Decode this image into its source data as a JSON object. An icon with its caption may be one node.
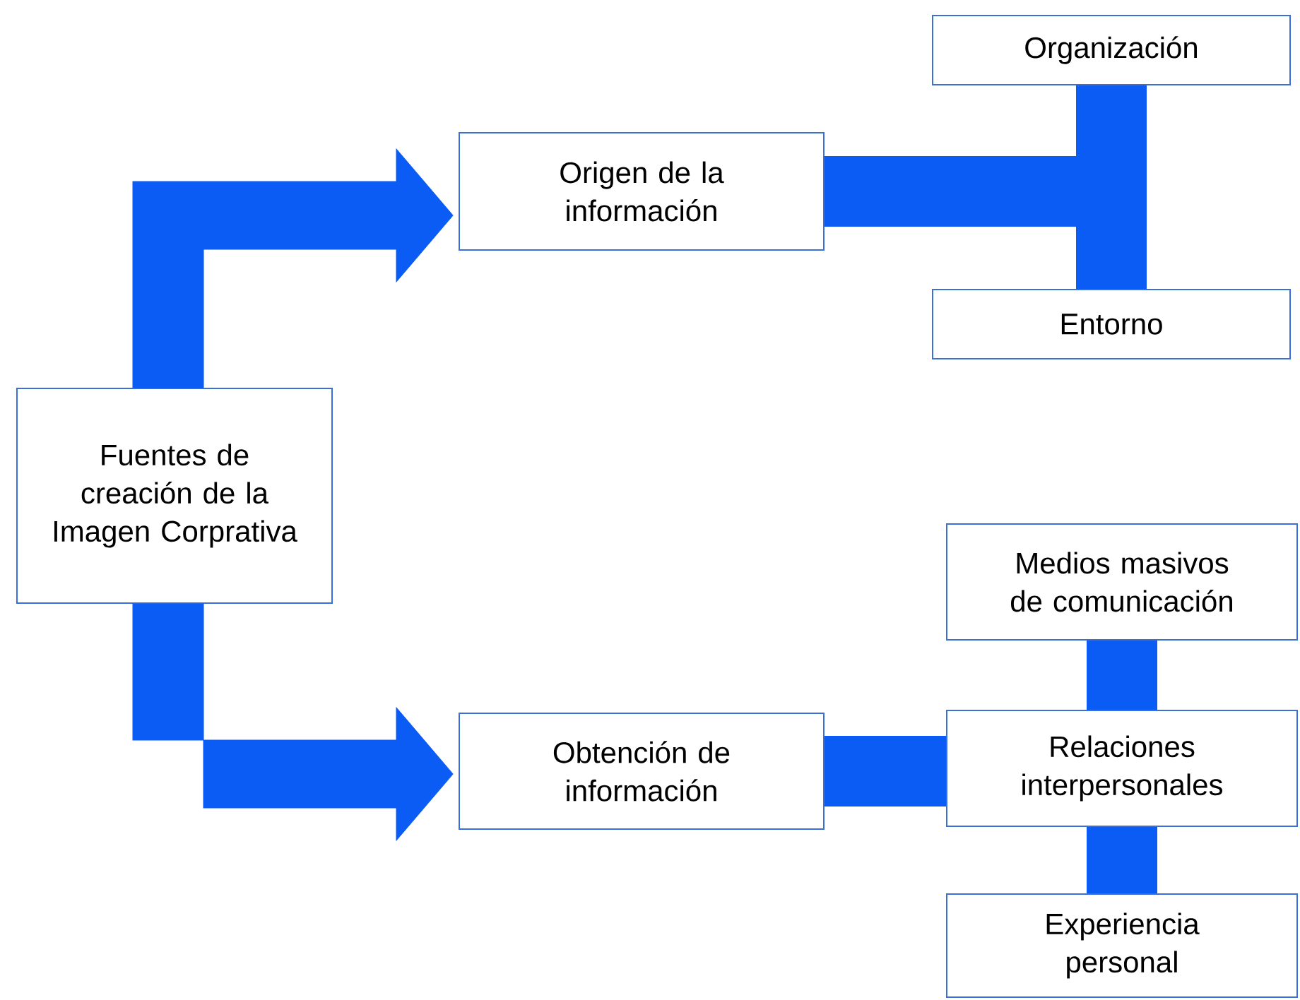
{
  "diagram": {
    "nodes": [
      {
        "text": [
          "Fuentes de creación de la Imagen Corprativa"
        ]
      },
      {
        "text": [
          "Origen de la información"
        ]
      },
      {
        "text": [
          "Organización"
        ]
      },
      {
        "text": [
          "Entorno"
        ]
      },
      {
        "text": [
          "Obtención de información"
        ]
      },
      {
        "text": [
          "Medios masivos de comunicación"
        ]
      },
      {
        "text": [
          "Relaciones interpersonales"
        ]
      },
      {
        "text": [
          "Experiencia personal"
        ]
      }
    ],
    "edges": [
      {
        "from": 0,
        "to": 1,
        "arrow": "to"
      },
      {
        "from": 0,
        "to": 4,
        "arrow": "to"
      },
      {
        "from": 1,
        "to": 2,
        "arrow": "none"
      },
      {
        "from": 1,
        "to": 3,
        "arrow": "none"
      },
      {
        "from": 4,
        "to": 6,
        "arrow": "none"
      },
      {
        "from": 5,
        "to": 6,
        "arrow": "none"
      },
      {
        "from": 6,
        "to": 7,
        "arrow": "none"
      }
    ]
  }
}
